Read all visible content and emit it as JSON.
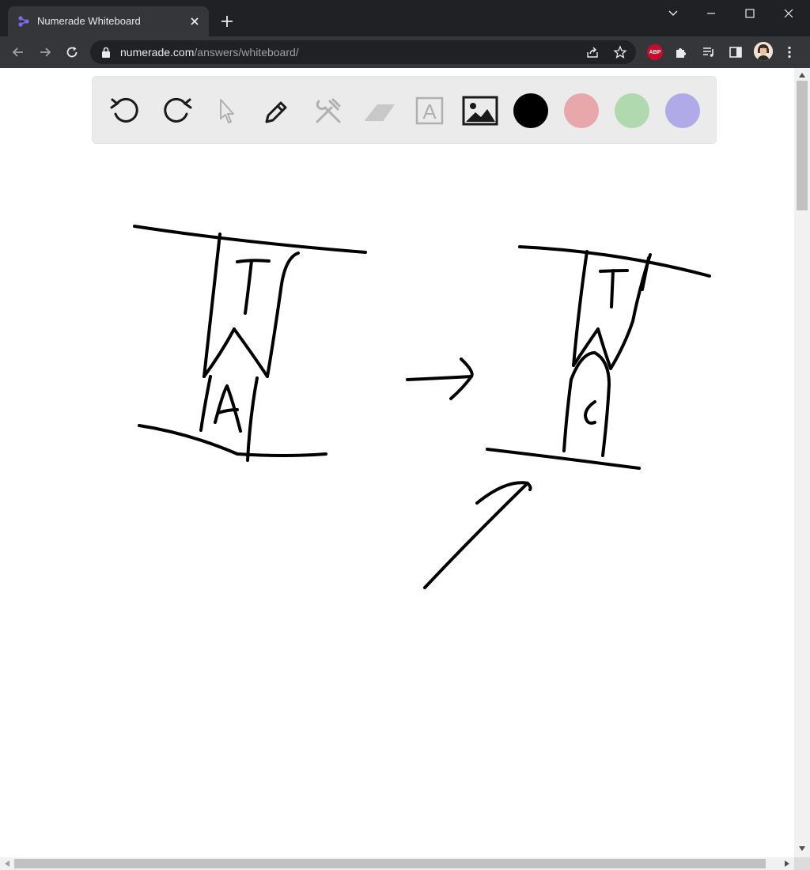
{
  "browser": {
    "tab": {
      "title": "Numerade Whiteboard",
      "favicon": "numerade-logo-icon"
    },
    "address": {
      "host": "numerade.com",
      "path": "/answers/whiteboard/"
    },
    "extensions": {
      "abp_label": "ABP"
    }
  },
  "whiteboard": {
    "tools": [
      {
        "name": "undo",
        "icon": "undo-icon"
      },
      {
        "name": "redo",
        "icon": "redo-icon"
      },
      {
        "name": "select",
        "icon": "cursor-icon"
      },
      {
        "name": "pen",
        "icon": "pen-icon"
      },
      {
        "name": "tools",
        "icon": "hammer-wrench-icon"
      },
      {
        "name": "eraser",
        "icon": "eraser-icon"
      },
      {
        "name": "text",
        "icon": "text-box-icon",
        "glyph": "A"
      },
      {
        "name": "image",
        "icon": "image-icon"
      }
    ],
    "colors": [
      "#000000",
      "#e8a7ab",
      "#b0d9b0",
      "#b0abe8"
    ],
    "drawing_labels": [
      "T",
      "A",
      "T",
      "C"
    ]
  }
}
